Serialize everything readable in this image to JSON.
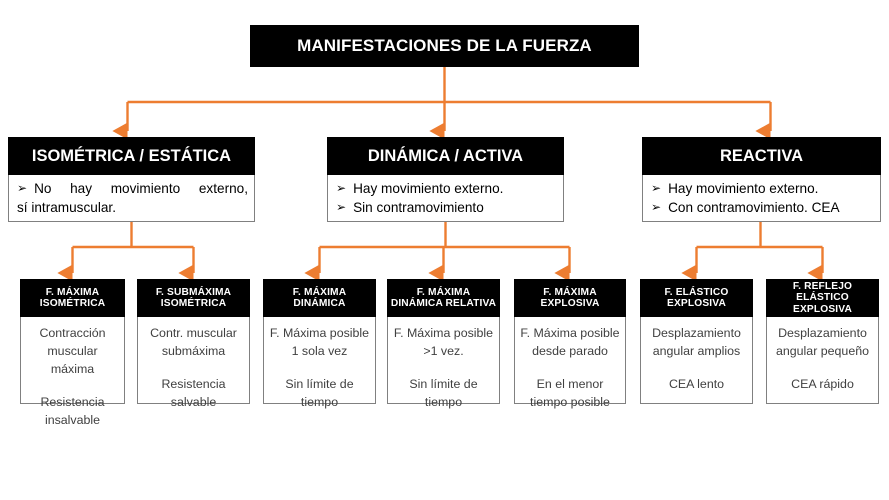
{
  "diagram": {
    "title": "MANIFESTACIONES DE LA FUERZA",
    "colors": {
      "connector": "#ED7D31",
      "header_bg": "#000000",
      "header_text": "#FFFFFF",
      "body_text": "#404040",
      "box_border": "#808080",
      "page_bg": "#FFFFFF"
    },
    "bullet_glyph": "➢",
    "root": {
      "label": "MANIFESTACIONES DE LA FUERZA"
    },
    "level2": [
      {
        "title": "ISOMÉTRICA / ESTÁTICA",
        "bullets": [
          "No hay movimiento externo,",
          "sí intramuscular."
        ]
      },
      {
        "title": "DINÁMICA / ACTIVA",
        "bullets": [
          "Hay movimiento externo.",
          "Sin contramovimiento"
        ]
      },
      {
        "title": "REACTIVA",
        "bullets": [
          "Hay movimiento externo.",
          "Con contramovimiento. CEA"
        ]
      }
    ],
    "level3": [
      {
        "title_line1": "F. MÁXIMA",
        "title_line2": "ISOMÉTRICA",
        "body_a_line1": "Contracción",
        "body_a_line2": "muscular máxima",
        "body_b_line1": "Resistencia",
        "body_b_line2": "insalvable"
      },
      {
        "title_line1": "F. SUBMÁXIMA",
        "title_line2": "ISOMÉTRICA",
        "body_a_line1": "Contr. muscular",
        "body_a_line2": "submáxima",
        "body_b_line1": "Resistencia",
        "body_b_line2": "salvable"
      },
      {
        "title_line1": "F. MÁXIMA",
        "title_line2": "DINÁMICA",
        "body_a_line1": "F. Máxima posible",
        "body_a_line2": "1 sola vez",
        "body_b_line1": "Sin límite de",
        "body_b_line2": "tiempo"
      },
      {
        "title_line1": "F. MÁXIMA",
        "title_line2": "DINÁMICA RELATIVA",
        "body_a_line1": "F. Máxima posible",
        "body_a_line2": ">1 vez.",
        "body_b_line1": "Sin límite de",
        "body_b_line2": "tiempo"
      },
      {
        "title_line1": "F. MÁXIMA",
        "title_line2": "EXPLOSIVA",
        "body_a_line1": "F. Máxima posible",
        "body_a_line2": "desde parado",
        "body_b_line1": "En el menor",
        "body_b_line2": "tiempo posible"
      },
      {
        "title_line1": "F. ELÁSTICO",
        "title_line2": "EXPLOSIVA",
        "body_a_line1": "Desplazamiento",
        "body_a_line2": "angular amplios",
        "body_b_line1": "CEA lento",
        "body_b_line2": ""
      },
      {
        "title_line1": "F. REFLEJO ELÁSTICO",
        "title_line2": "EXPLOSIVA",
        "body_a_line1": "Desplazamiento",
        "body_a_line2": "angular pequeño",
        "body_b_line1": "CEA rápido",
        "body_b_line2": ""
      }
    ]
  }
}
